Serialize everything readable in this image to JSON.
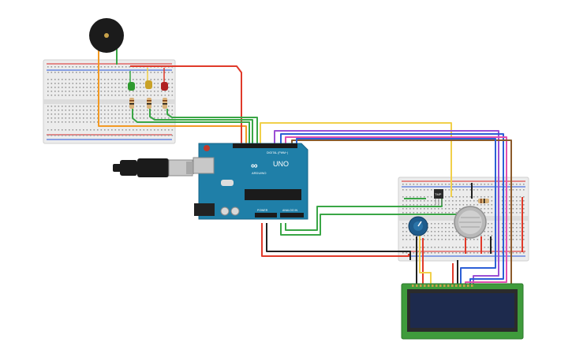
{
  "arduino": {
    "logo_text": "ARDUINO",
    "model": "UNO",
    "digital_label": "DIGITAL (PWM~)",
    "power_label": "POWER",
    "analog_label": "ANALOG IN"
  },
  "sensor": {
    "label": "TMP"
  },
  "colors": {
    "background": "#ffffff",
    "breadboard": "#ececec",
    "arduino_board": "#1f7fa8",
    "lcd_pcb": "#3f9b3c",
    "lcd_screen": "#1d2a4d",
    "wire_red": "#e03a2a",
    "wire_black": "#222222",
    "wire_green": "#3aa646",
    "wire_orange": "#f39a24",
    "wire_yellow": "#f1d04a",
    "wire_blue": "#2c5fd6",
    "wire_purple": "#9b4fd4",
    "wire_brown": "#8b5a2b",
    "wire_pink": "#e24fb0",
    "led_green": "#2f9a2f",
    "led_yellow": "#c9a227",
    "led_red": "#b02020"
  },
  "components": [
    "piezo-buzzer",
    "breadboard-small",
    "led-green",
    "led-yellow",
    "led-red",
    "resistor-x4",
    "arduino-uno",
    "usb-cable",
    "breadboard-right",
    "temperature-sensor",
    "gas-sensor",
    "potentiometer",
    "lcd-16x2"
  ]
}
